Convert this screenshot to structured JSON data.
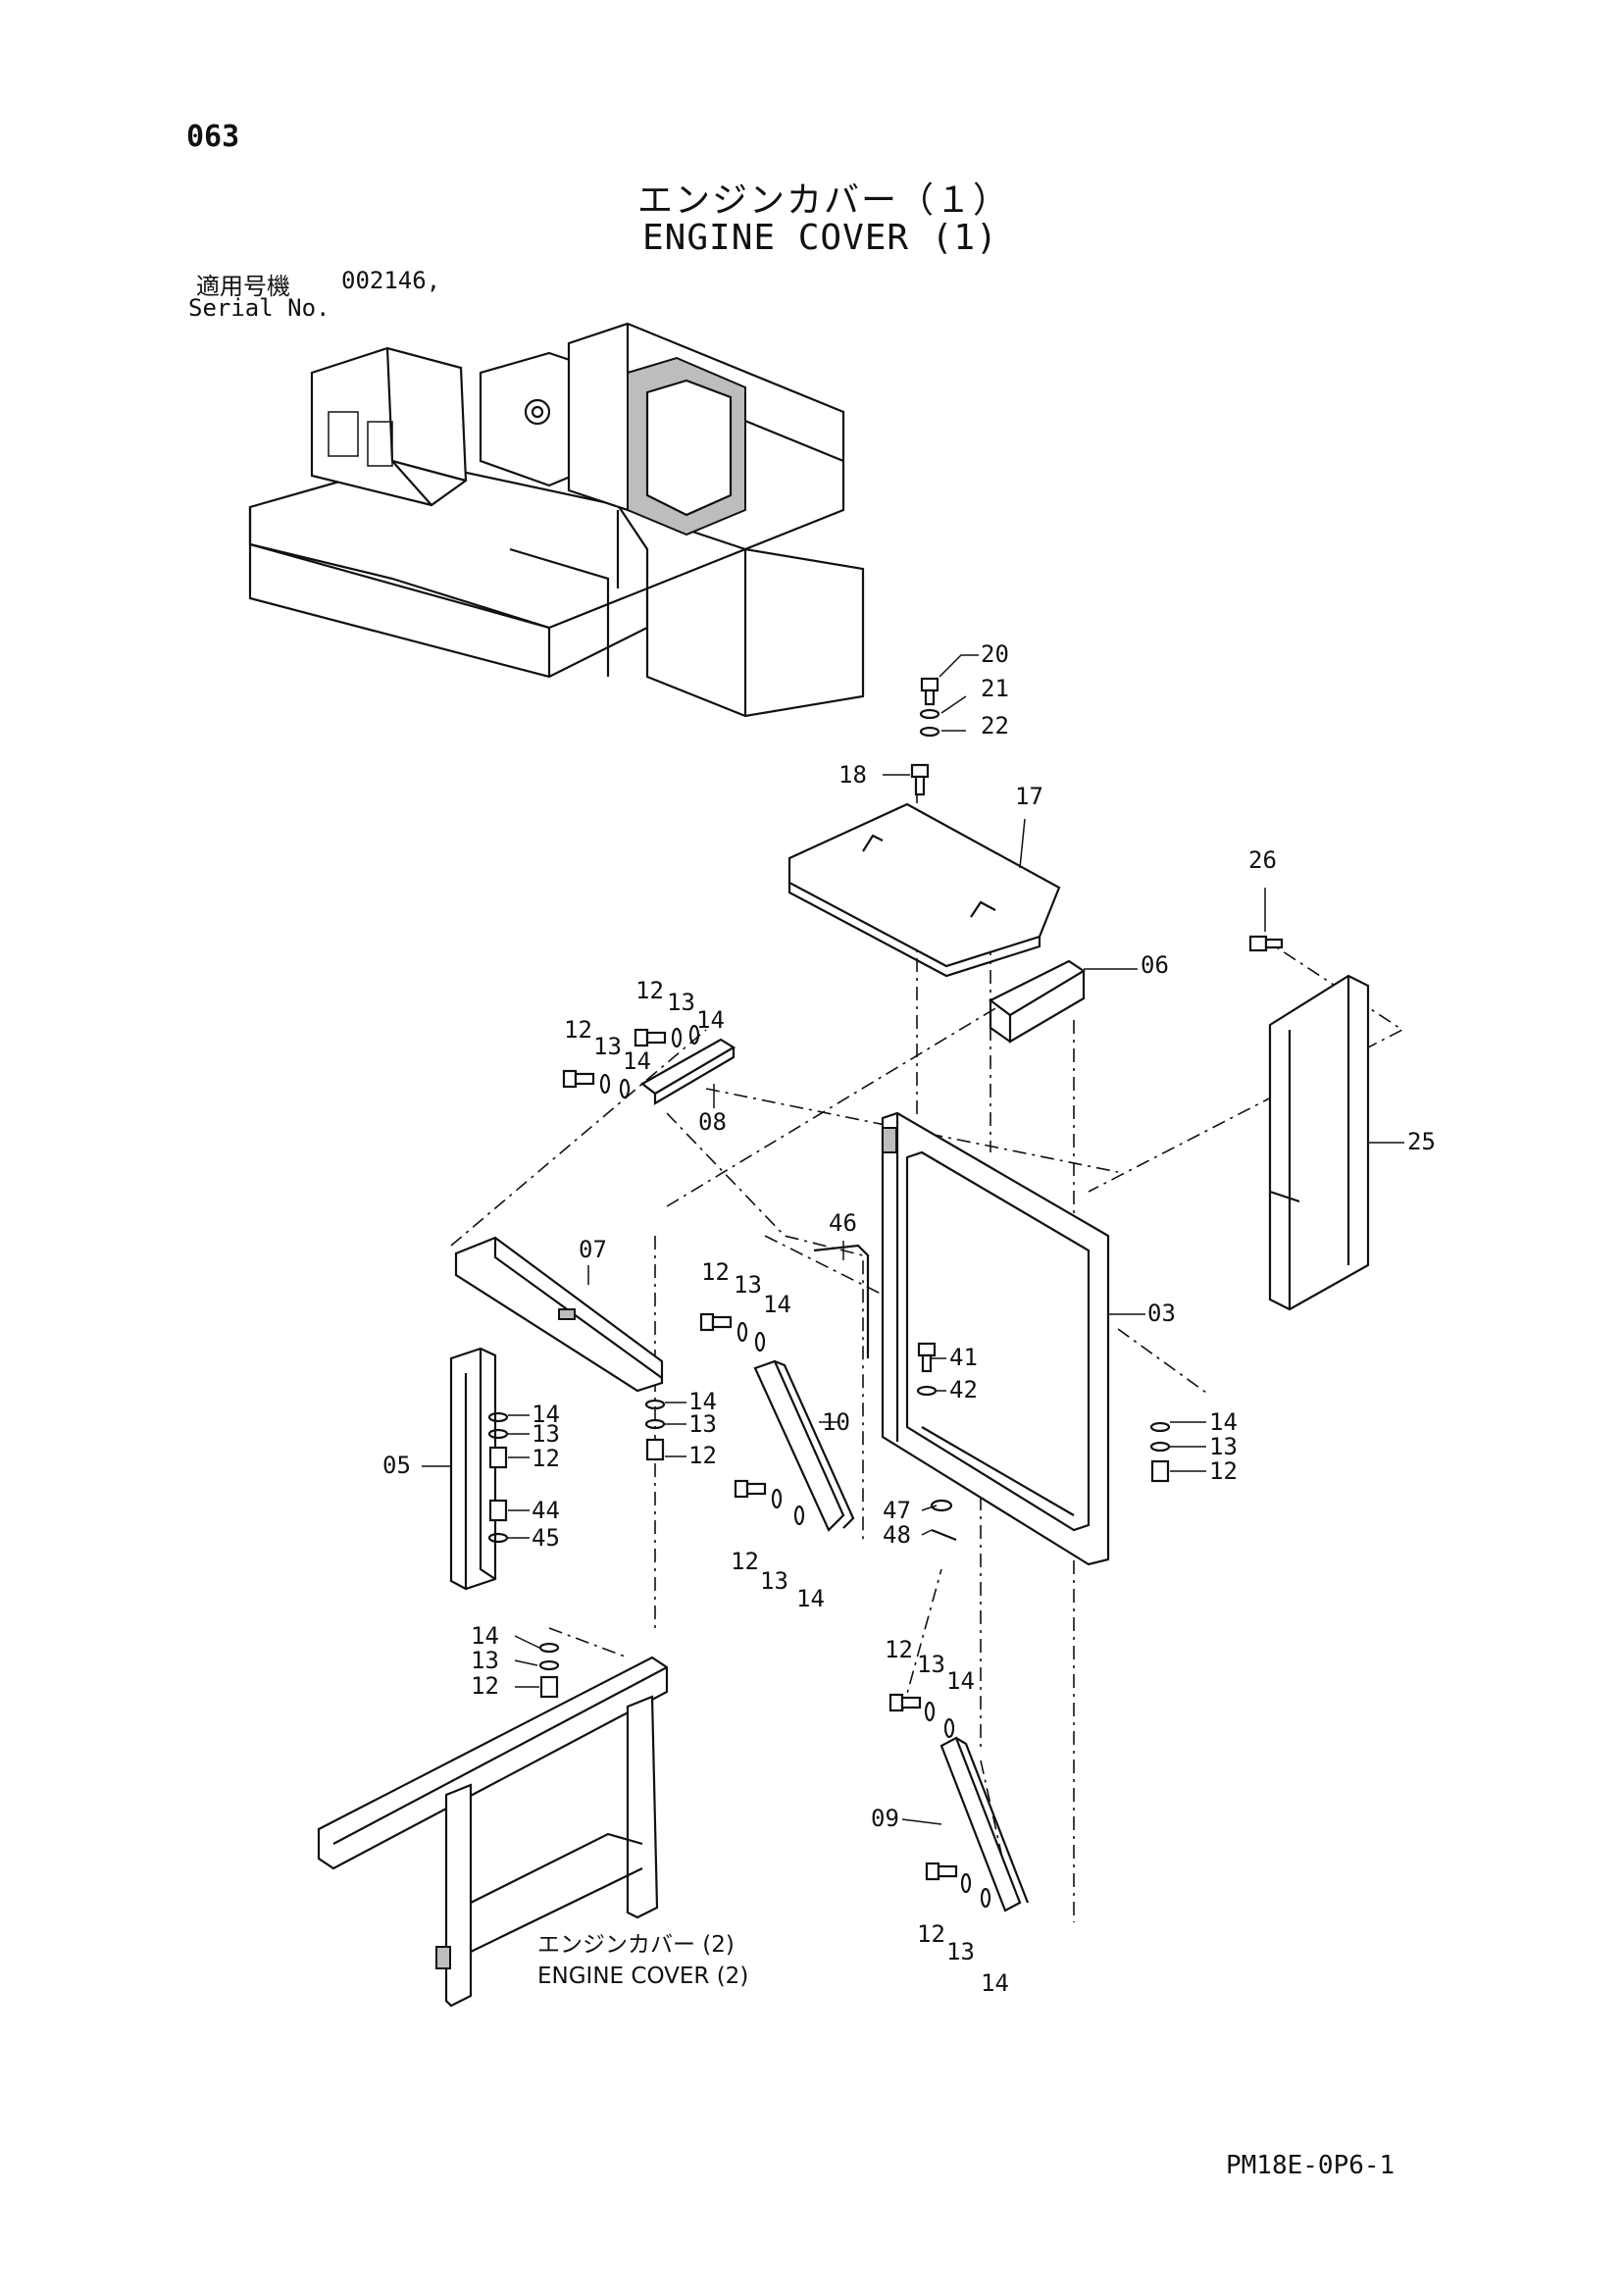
{
  "page_number": "063",
  "title_jp": "エンジンカバー（１）",
  "title_en": "ENGINE COVER (1)",
  "serial_label_jp": "適用号機",
  "serial_value": "002146,",
  "serial_label_en": "Serial No.",
  "reference_jp": "エンジンカバー (2)",
  "reference_en": "ENGINE COVER (2)",
  "drawing_code": "PM18E-0P6-1",
  "callouts": {
    "c20": "20",
    "c21": "21",
    "c22": "22",
    "c18": "18",
    "c17": "17",
    "c26": "26",
    "c06": "06",
    "c25": "25",
    "c08": "08",
    "c07": "07",
    "c46": "46",
    "c03": "03",
    "c10": "10",
    "c41": "41",
    "c42": "42",
    "c05": "05",
    "c44": "44",
    "c45": "45",
    "c47": "47",
    "c48": "48",
    "c09": "09",
    "a12": "12",
    "a13": "13",
    "a14": "14",
    "b12": "12",
    "b13": "13",
    "b14": "14",
    "d12": "12",
    "d13": "13",
    "d14": "14",
    "e14": "14",
    "e13": "13",
    "e12": "12",
    "f14": "14",
    "f13": "13",
    "f12": "12",
    "g12": "12",
    "g13": "13",
    "g14": "14",
    "h14": "14",
    "h13": "13",
    "h12": "12",
    "i14": "14",
    "i13": "13",
    "i12": "12",
    "j12": "12",
    "j13": "13",
    "j14": "14",
    "k12": "12",
    "k13": "13",
    "k14": "14"
  }
}
